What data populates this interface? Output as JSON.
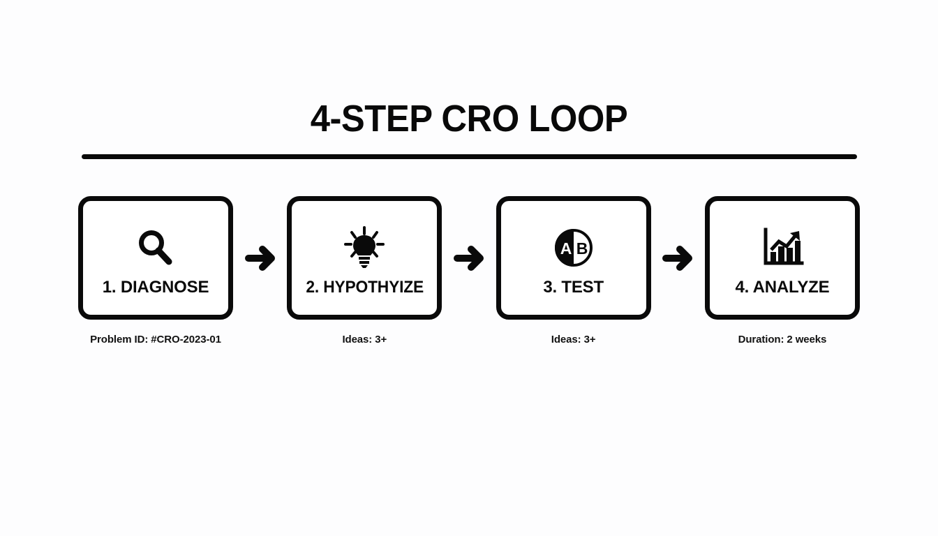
{
  "slide": {
    "title": "4-STEP CRO LOOP",
    "background_color": "#fdfdfe",
    "ink_color": "#0a0a0a"
  },
  "steps": [
    {
      "icon": "magnifier-icon",
      "label": "1. DIAGNOSE",
      "caption": "Problem ID: #CRO-2023-01"
    },
    {
      "icon": "lightbulb-icon",
      "label": "2. HYPOTHYIZE",
      "caption": "Ideas: 3+"
    },
    {
      "icon": "ab-test-icon",
      "label": "3. TEST",
      "caption": "Ideas: 3+",
      "ab_labels": {
        "left": "A",
        "right": "B"
      }
    },
    {
      "icon": "bar-chart-growth-icon",
      "label": "4. ANALYZE",
      "caption": "Duration: 2 weeks"
    }
  ],
  "connectors": [
    {
      "icon": "arrow-right-icon"
    },
    {
      "icon": "arrow-right-icon"
    },
    {
      "icon": "arrow-right-icon"
    }
  ]
}
